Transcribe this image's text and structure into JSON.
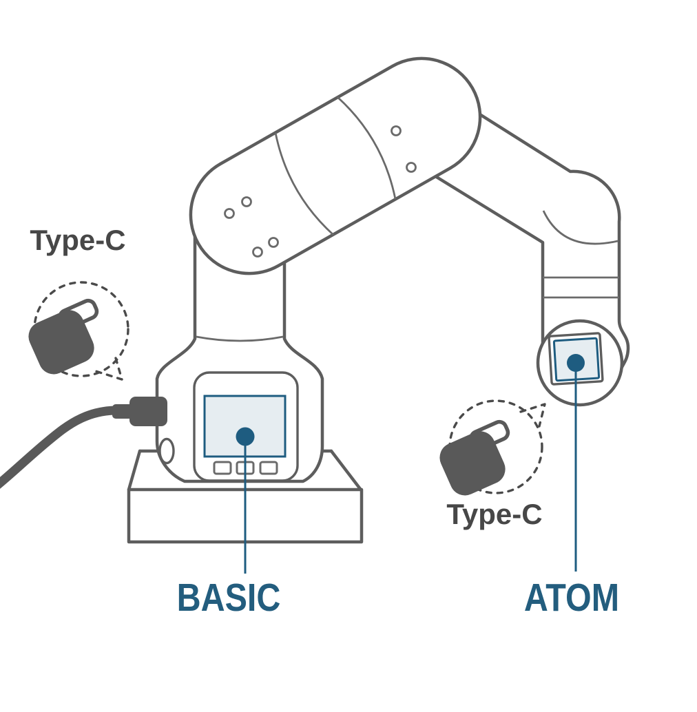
{
  "figure": {
    "port_labels": {
      "left": "Type-C",
      "right": "Type-C"
    },
    "device_labels": {
      "base": "BASIC",
      "end_effector": "ATOM"
    },
    "icons": [
      "usb-type-c-plug-icon",
      "usb-type-c-plug-icon"
    ],
    "colors": {
      "outline_gray": "#5d5d5d",
      "connector_gray": "#595959",
      "bubble_gray": "#4a4a4a",
      "accent_blue": "#1e5c80",
      "screen_fill": "#e6edf1",
      "port_label_gray": "#474747",
      "device_label_blue": "#235d7e"
    }
  }
}
